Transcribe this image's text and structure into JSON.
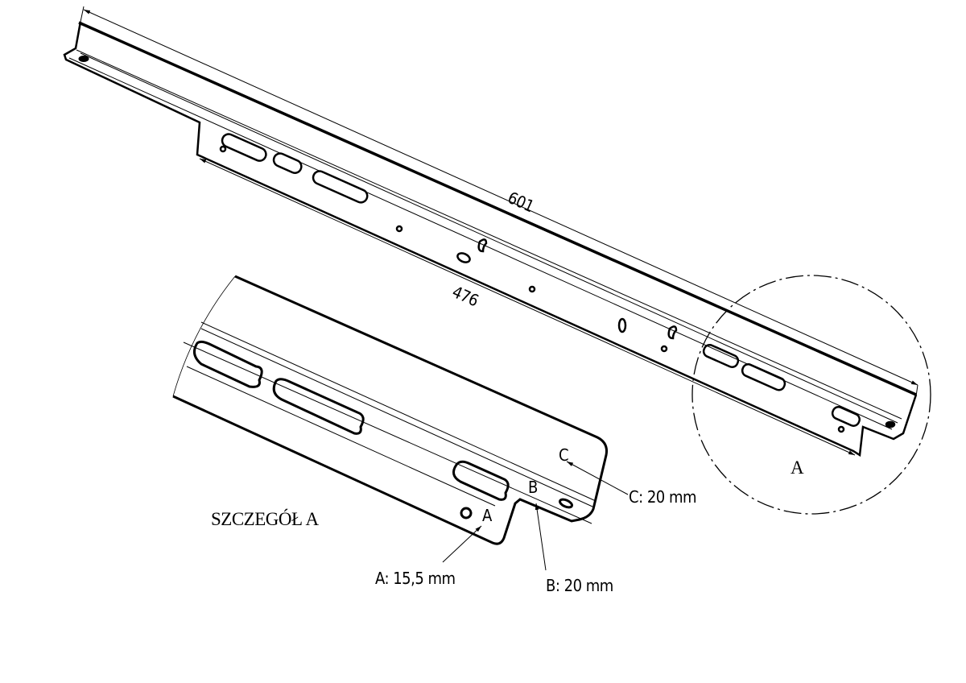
{
  "dimensions": {
    "overall_length": "601",
    "inner_length": "476"
  },
  "detail": {
    "marker": "A",
    "title": "SZCZEGÓŁ  A"
  },
  "callouts": {
    "a": {
      "marker": "A",
      "text": "A: 15,5 mm"
    },
    "b": {
      "marker": "B",
      "text": "B: 20 mm"
    },
    "c": {
      "marker": "C",
      "text": "C: 20 mm"
    }
  },
  "colors": {
    "ink": "#000000",
    "background": "#ffffff"
  }
}
